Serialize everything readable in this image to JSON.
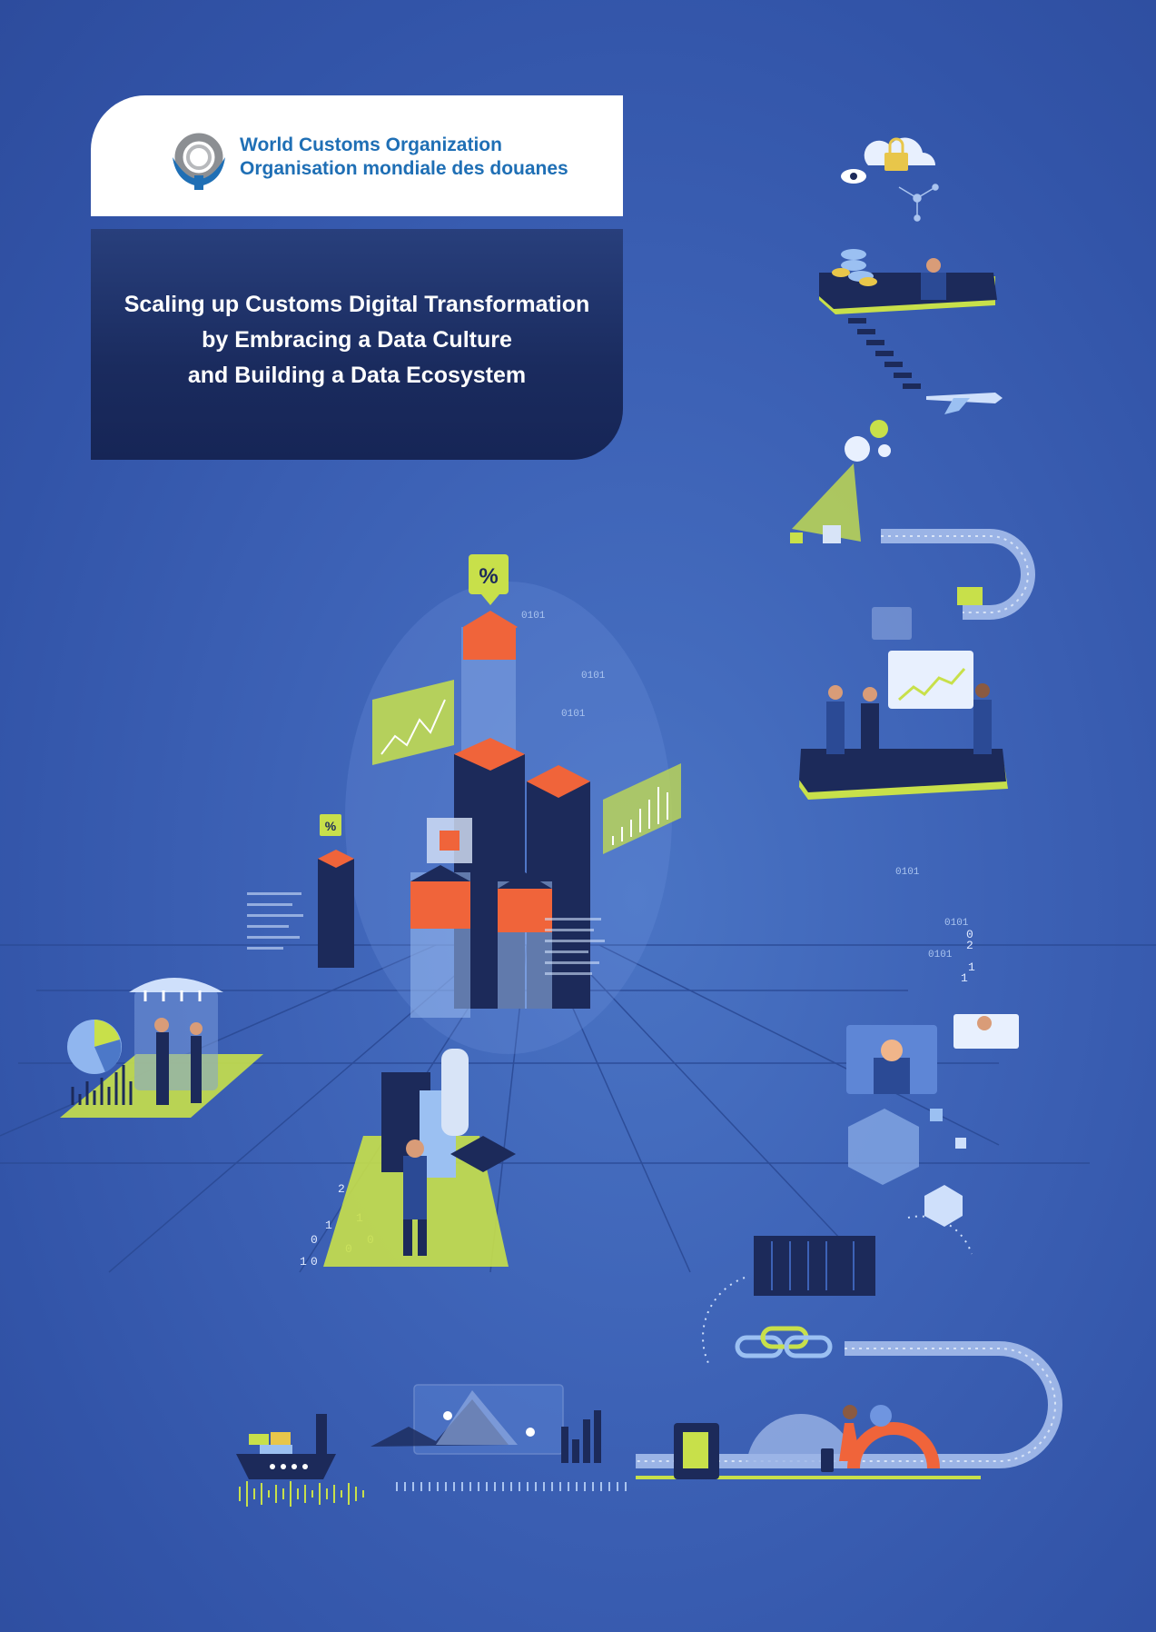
{
  "header": {
    "org_name_en": "World Customs Organization",
    "org_name_fr": "Organisation mondiale des douanes"
  },
  "title": {
    "line1": "Scaling up Customs Digital Transformation",
    "line2": "by Embracing a Data Culture",
    "line3": "and Building a Data Ecosystem"
  },
  "illustration": {
    "badge_symbol": "%",
    "binary_labels": [
      "0101",
      "0101",
      "0101",
      "0101",
      "0101",
      "0101"
    ],
    "digit_glyphs": [
      "0",
      "1",
      "2",
      "0",
      "1",
      "0",
      "0",
      "1",
      "1",
      "1",
      "0",
      "2"
    ]
  },
  "colors": {
    "background": "#3d62b6",
    "title_panel": "#1a2b5e",
    "accent_lime": "#c8e04a",
    "accent_orange": "#f0643a",
    "logo_blue": "#1f6fb5",
    "tower_navy": "#1c2a5a"
  }
}
